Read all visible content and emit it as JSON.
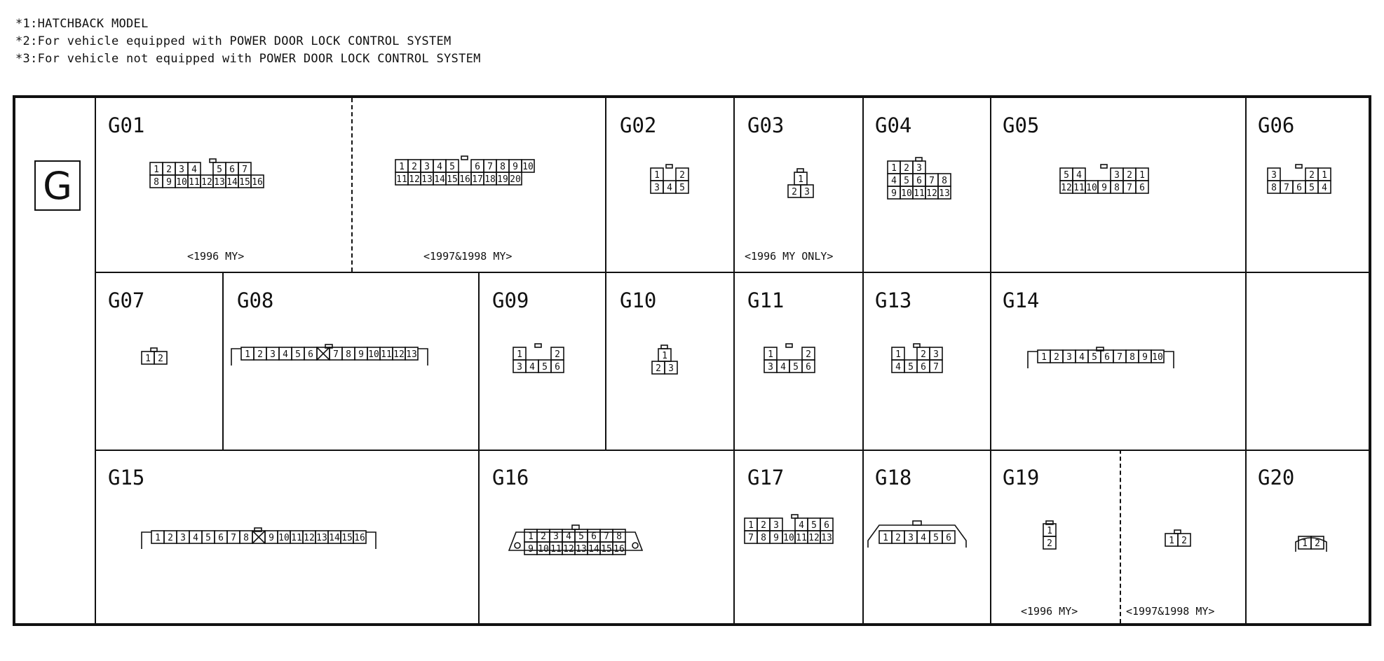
{
  "notes": [
    "*1:HATCHBACK MODEL",
    "*2:For vehicle equipped with POWER DOOR LOCK CONTROL SYSTEM",
    "*3:For vehicle not equipped with POWER DOOR LOCK CONTROL SYSTEM"
  ],
  "group_letter": "G",
  "connectors": {
    "G01": {
      "code": "G01",
      "cap_a": "<1996 MY>",
      "cap_b": "<1997&1998 MY>"
    },
    "G02": {
      "code": "G02"
    },
    "G03": {
      "code": "G03",
      "cap": "<1996 MY ONLY>"
    },
    "G04": {
      "code": "G04"
    },
    "G05": {
      "code": "G05"
    },
    "G06": {
      "code": "G06"
    },
    "G07": {
      "code": "G07"
    },
    "G08": {
      "code": "G08"
    },
    "G09": {
      "code": "G09"
    },
    "G10": {
      "code": "G10"
    },
    "G11": {
      "code": "G11"
    },
    "G13": {
      "code": "G13"
    },
    "G14": {
      "code": "G14"
    },
    "G15": {
      "code": "G15"
    },
    "G16": {
      "code": "G16"
    },
    "G17": {
      "code": "G17"
    },
    "G18": {
      "code": "G18"
    },
    "G19": {
      "code": "G19",
      "cap_a": "<1996 MY>",
      "cap_b": "<1997&1998 MY>"
    },
    "G20": {
      "code": "G20"
    }
  },
  "pins": {
    "G01a": [
      [
        "1",
        "2",
        "3",
        "4",
        "5",
        "6",
        "7"
      ],
      [
        "8",
        "9",
        "10",
        "11",
        "12",
        "13",
        "14",
        "15",
        "16"
      ]
    ],
    "G01b": [
      [
        "1",
        "2",
        "3",
        "4",
        "5",
        "6",
        "7",
        "8",
        "9",
        "10"
      ],
      [
        "11",
        "12",
        "13",
        "14",
        "15",
        "16",
        "17",
        "18",
        "19",
        "20"
      ]
    ],
    "G02": [
      [
        "1",
        "2"
      ],
      [
        "3",
        "4",
        "5"
      ]
    ],
    "G03": [
      [
        "1"
      ],
      [
        "2",
        "3"
      ]
    ],
    "G04": [
      [
        "1",
        "2",
        "3"
      ],
      [
        "4",
        "5",
        "6",
        "7",
        "8"
      ],
      [
        "9",
        "10",
        "11",
        "12",
        "13"
      ]
    ],
    "G05": [
      [
        "5",
        "4",
        "3",
        "2",
        "1"
      ],
      [
        "12",
        "11",
        "10",
        "9",
        "8",
        "7",
        "6"
      ]
    ],
    "G06": [
      [
        "3",
        "2",
        "1"
      ],
      [
        "8",
        "7",
        "6",
        "5",
        "4"
      ]
    ],
    "G07": [
      [
        "1",
        "2"
      ]
    ],
    "G08": [
      [
        "1",
        "2",
        "3",
        "4",
        "5",
        "6",
        "X",
        "7",
        "8",
        "9",
        "10",
        "11",
        "12",
        "13"
      ]
    ],
    "G09": [
      [
        "1",
        "2"
      ],
      [
        "3",
        "4",
        "5",
        "6"
      ]
    ],
    "G10": [
      [
        "1"
      ],
      [
        "2",
        "3"
      ]
    ],
    "G11": [
      [
        "1",
        "2"
      ],
      [
        "3",
        "4",
        "5",
        "6"
      ]
    ],
    "G13": [
      [
        "1",
        "2",
        "3"
      ],
      [
        "4",
        "5",
        "6",
        "7"
      ]
    ],
    "G14": [
      [
        "1",
        "2",
        "3",
        "4",
        "5",
        "6",
        "7",
        "8",
        "9",
        "10"
      ]
    ],
    "G15": [
      [
        "1",
        "2",
        "3",
        "4",
        "5",
        "6",
        "7",
        "8",
        "X",
        "9",
        "10",
        "11",
        "12",
        "13",
        "14",
        "15",
        "16"
      ]
    ],
    "G16": [
      [
        "1",
        "2",
        "3",
        "4",
        "5",
        "6",
        "7",
        "8"
      ],
      [
        "9",
        "10",
        "11",
        "12",
        "13",
        "14",
        "15",
        "16"
      ]
    ],
    "G17": [
      [
        "1",
        "2",
        "3",
        "4",
        "5",
        "6"
      ],
      [
        "7",
        "8",
        "9",
        "10",
        "11",
        "12",
        "13"
      ]
    ],
    "G18": [
      [
        "1",
        "2",
        "3",
        "4",
        "5",
        "6"
      ]
    ],
    "G19a": [
      [
        "1"
      ],
      [
        "2"
      ]
    ],
    "G19b": [
      [
        "1",
        "2"
      ]
    ],
    "G20": [
      [
        "1",
        "2"
      ]
    ]
  }
}
